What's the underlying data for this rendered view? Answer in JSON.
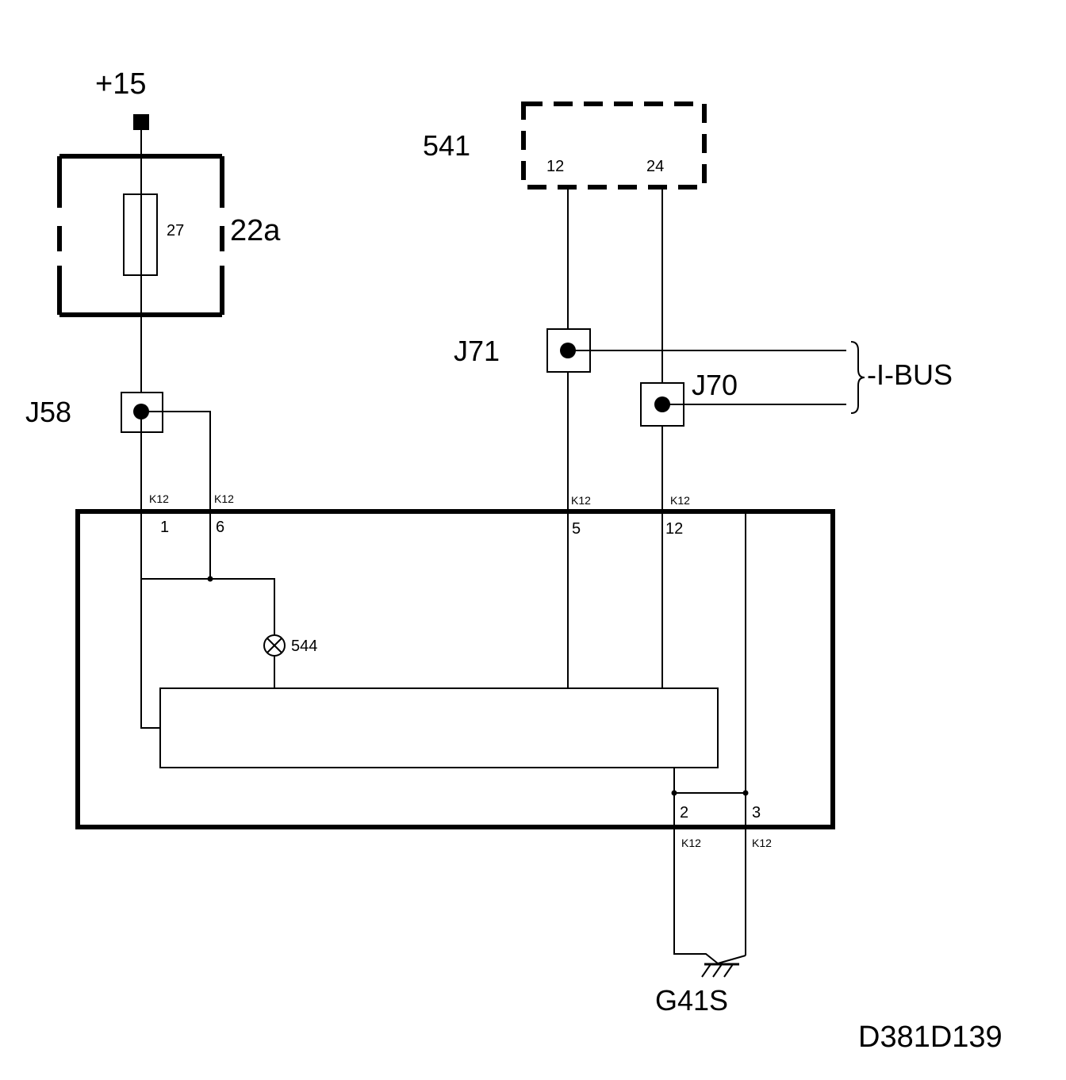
{
  "labels": {
    "supply": "+15",
    "fuse_box": "22a",
    "fuse": "27",
    "module_541": "541",
    "pin_541_a": "12",
    "pin_541_b": "24",
    "j71": "J71",
    "j70": "J70",
    "ibus": "-I-BUS",
    "j58": "J58",
    "k12": "K12",
    "pin_1": "1",
    "pin_6": "6",
    "pin_5": "5",
    "pin_12": "12",
    "pin_2": "2",
    "pin_3": "3",
    "lamp": "544",
    "ground": "G41S",
    "code": "D381D139"
  }
}
